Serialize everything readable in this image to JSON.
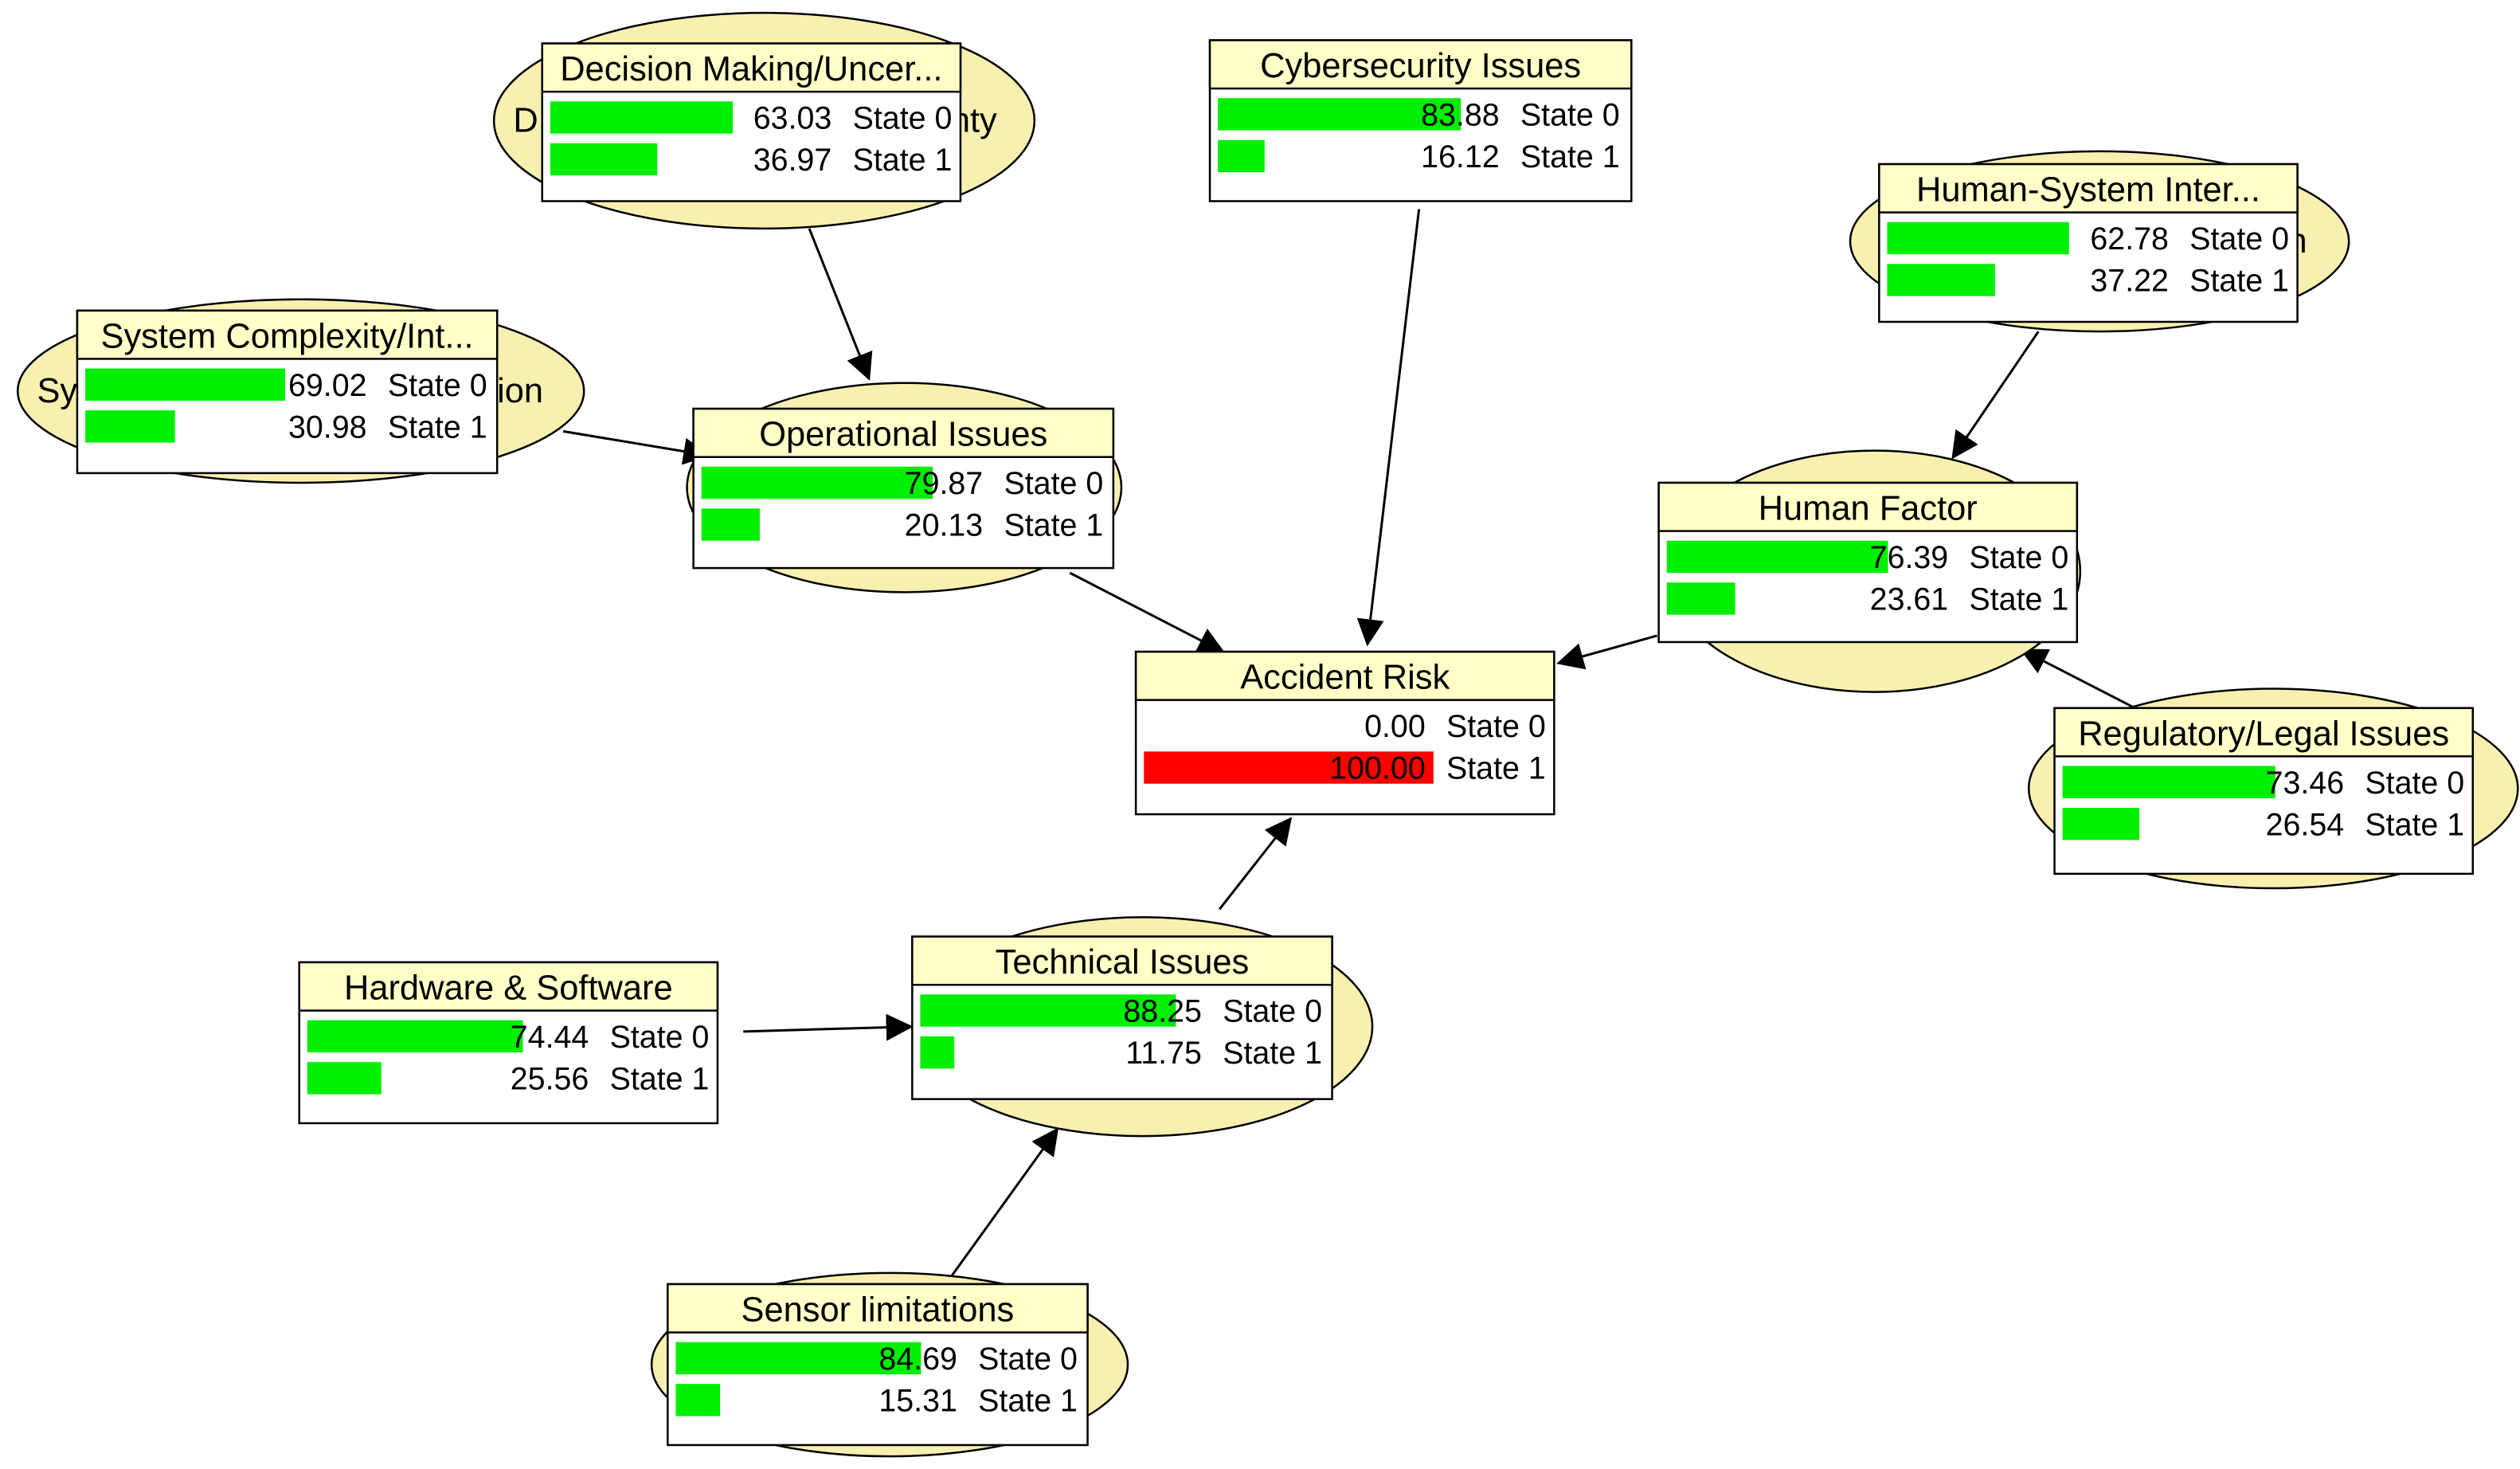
{
  "nodes": [
    {
      "id": "decision",
      "title": "Decision Making/Uncer...",
      "ellipse_text_left": "D",
      "ellipse_text_right": "nty",
      "bar_color": "#00ee00",
      "states": [
        {
          "value": "63.03",
          "label": "State 0"
        },
        {
          "value": "36.97",
          "label": "State 1"
        }
      ]
    },
    {
      "id": "cyber",
      "title": "Cybersecurity Issues",
      "ellipse_text_left": "",
      "ellipse_text_right": "",
      "bar_color": "#00ee00",
      "states": [
        {
          "value": "83.88",
          "label": "State 0"
        },
        {
          "value": "16.12",
          "label": "State 1"
        }
      ]
    },
    {
      "id": "hsi",
      "title": "Human-System Inter...",
      "ellipse_text_left": "",
      "ellipse_text_right": "n",
      "bar_color": "#00ee00",
      "states": [
        {
          "value": "62.78",
          "label": "State 0"
        },
        {
          "value": "37.22",
          "label": "State 1"
        }
      ]
    },
    {
      "id": "complexity",
      "title": "System Complexity/Int...",
      "ellipse_text_left": "Sy",
      "ellipse_text_right": "tion",
      "bar_color": "#00ee00",
      "states": [
        {
          "value": "69.02",
          "label": "State 0"
        },
        {
          "value": "30.98",
          "label": "State 1"
        }
      ]
    },
    {
      "id": "operational",
      "title": "Operational Issues",
      "ellipse_text_left": "",
      "ellipse_text_right": "",
      "bar_color": "#00ee00",
      "states": [
        {
          "value": "79.87",
          "label": "State 0"
        },
        {
          "value": "20.13",
          "label": "State 1"
        }
      ]
    },
    {
      "id": "human",
      "title": "Human Factor",
      "ellipse_text_left": "",
      "ellipse_text_right": "",
      "bar_color": "#00ee00",
      "states": [
        {
          "value": "76.39",
          "label": "State 0"
        },
        {
          "value": "23.61",
          "label": "State 1"
        }
      ]
    },
    {
      "id": "accident",
      "title": "Accident Risk",
      "ellipse_text_left": "",
      "ellipse_text_right": "",
      "bar_color": "#ff0000",
      "states": [
        {
          "value": "0.00",
          "label": "State 0"
        },
        {
          "value": "100.00",
          "label": "State 1"
        }
      ]
    },
    {
      "id": "regulatory",
      "title": "Regulatory/Legal Issues",
      "ellipse_text_left": "",
      "ellipse_text_right": "",
      "bar_color": "#00ee00",
      "states": [
        {
          "value": "73.46",
          "label": "State 0"
        },
        {
          "value": "26.54",
          "label": "State 1"
        }
      ]
    },
    {
      "id": "hardware",
      "title": "Hardware & Software",
      "ellipse_text_left": "",
      "ellipse_text_right": "",
      "bar_color": "#00ee00",
      "states": [
        {
          "value": "74.44",
          "label": "State 0"
        },
        {
          "value": "25.56",
          "label": "State 1"
        }
      ]
    },
    {
      "id": "technical",
      "title": "Technical Issues",
      "ellipse_text_left": "",
      "ellipse_text_right": "",
      "bar_color": "#00ee00",
      "states": [
        {
          "value": "88.25",
          "label": "State 0"
        },
        {
          "value": "11.75",
          "label": "State 1"
        }
      ]
    },
    {
      "id": "sensor",
      "title": "Sensor limitations",
      "ellipse_text_left": "",
      "ellipse_text_right": "",
      "bar_color": "#00ee00",
      "states": [
        {
          "value": "84.69",
          "label": "State 0"
        },
        {
          "value": "15.31",
          "label": "State 1"
        }
      ]
    }
  ],
  "edges": [
    {
      "from": "decision",
      "to": "operational"
    },
    {
      "from": "complexity",
      "to": "operational"
    },
    {
      "from": "operational",
      "to": "accident"
    },
    {
      "from": "cyber",
      "to": "accident"
    },
    {
      "from": "hsi",
      "to": "human"
    },
    {
      "from": "human",
      "to": "accident"
    },
    {
      "from": "regulatory",
      "to": "human"
    },
    {
      "from": "hardware",
      "to": "technical"
    },
    {
      "from": "sensor",
      "to": "technical"
    },
    {
      "from": "technical",
      "to": "accident"
    }
  ],
  "colors": {
    "ellipse_fill": "#f7f0b0",
    "title_fill": "#ffffc8",
    "box_fill": "#ffffff",
    "stroke": "#000000"
  }
}
